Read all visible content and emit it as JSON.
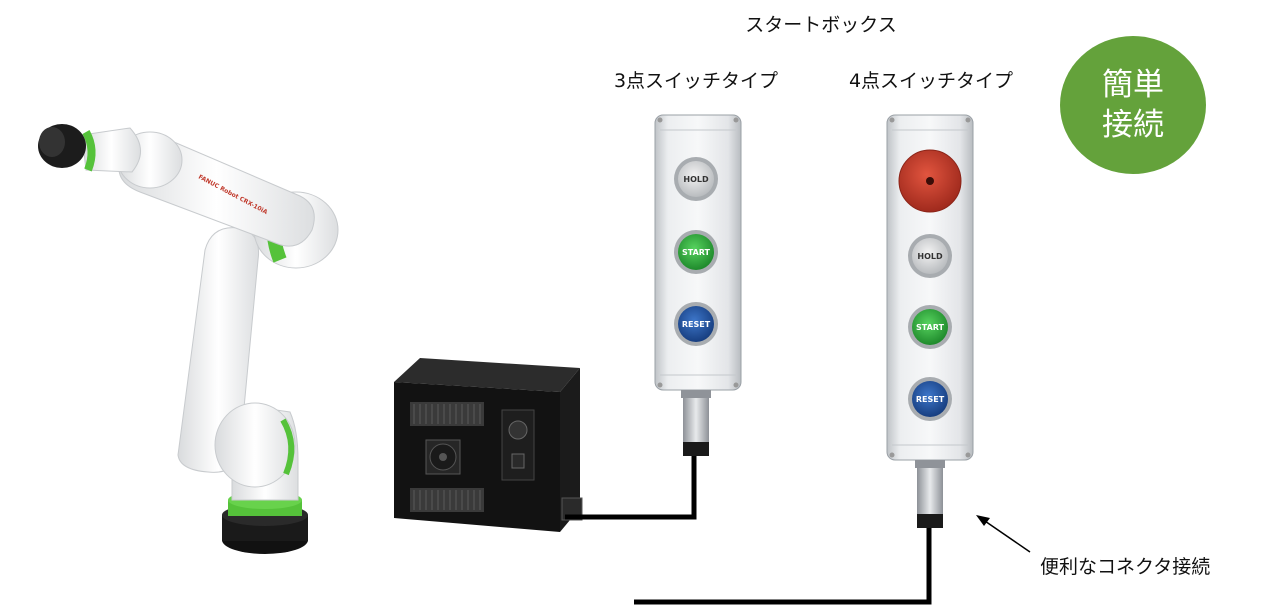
{
  "start_box_title": "スタートボックス",
  "box_3": {
    "label": "3点スイッチタイプ",
    "buttons": [
      "HOLD",
      "START",
      "RESET"
    ]
  },
  "box_4": {
    "label": "4点スイッチタイプ",
    "buttons": [
      "HOLD",
      "START",
      "RESET"
    ]
  },
  "badge": {
    "line1": "簡単",
    "line2": "接続"
  },
  "connector_note": "便利なコネクタ接続",
  "robot_text": "FANUC Robot CRX-10iA",
  "colors": {
    "badge_green": "#64a23b",
    "robot_accent": "#55c23a",
    "start_green": "#2e9e3a",
    "reset_blue": "#1e4f9c",
    "emergency_red": "#c0392b"
  }
}
